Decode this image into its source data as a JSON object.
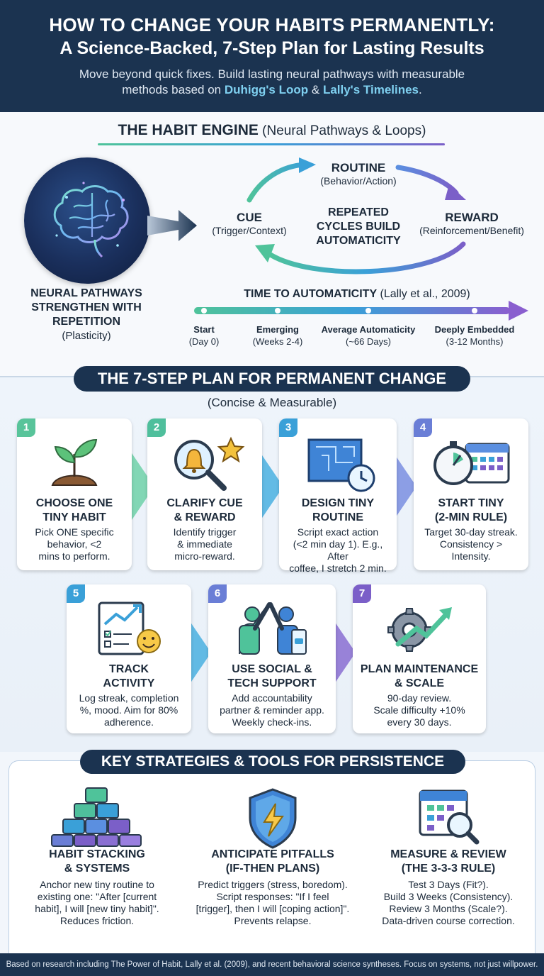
{
  "header": {
    "title": "HOW TO CHANGE YOUR HABITS PERMANENTLY:",
    "subtitle": "A Science-Backed, 7-Step Plan for Lasting Results",
    "intro_a": "Move beyond quick fixes. Build lasting neural pathways with measurable",
    "intro_b": "methods based on ",
    "intro_hl1": "Duhigg's Loop",
    "intro_amp": " & ",
    "intro_hl2": "Lally's Timelines",
    "intro_end": "."
  },
  "engine": {
    "title": "THE HABIT ENGINE",
    "title_sub": " (Neural Pathways & Loops)",
    "neural_a": "NEURAL PATHWAYS",
    "neural_b": "STRENGTHEN WITH",
    "neural_c": "REPETITION",
    "neural_sub": "(Plasticity)",
    "routine": "ROUTINE",
    "routine_sub": "(Behavior/Action)",
    "cue": "CUE",
    "cue_sub": "(Trigger/Context)",
    "reward": "REWARD",
    "reward_sub": "(Reinforcement/Benefit)",
    "center_a": "REPEATED",
    "center_b": "CYCLES BUILD",
    "center_c": "AUTOMATICITY",
    "timeline_title": "TIME TO AUTOMATICITY",
    "timeline_cite": " (Lally et al., 2009)",
    "ticks": [
      {
        "label": "Start",
        "sub": "(Day 0)"
      },
      {
        "label": "Emerging",
        "sub": "(Weeks 2-4)"
      },
      {
        "label": "Average Automaticity",
        "sub": "(~66 Days)"
      },
      {
        "label": "Deeply Embedded",
        "sub": "(3-12 Months)"
      }
    ]
  },
  "plan": {
    "title": "THE 7-STEP PLAN FOR PERMANENT CHANGE",
    "subtitle": "(Concise & Measurable)",
    "steps": [
      {
        "num": "1",
        "title_a": "CHOOSE ONE",
        "title_b": "TINY HABIT",
        "d1": "Pick ONE specific",
        "d2": "behavior, <2",
        "d3": "mins to perform."
      },
      {
        "num": "2",
        "title_a": "CLARIFY CUE",
        "title_b": "& REWARD",
        "d1": "Identify trigger",
        "d2": "& immediate",
        "d3": "micro-reward."
      },
      {
        "num": "3",
        "title_a": "DESIGN TINY",
        "title_b": "ROUTINE",
        "d1": "Script exact action",
        "d2": "(<2 min day 1). E.g., After",
        "d3": "coffee, I stretch 2 min."
      },
      {
        "num": "4",
        "title_a": "START TINY",
        "title_b": "(2-MIN RULE)",
        "d1": "Target 30-day streak.",
        "d2": "Consistency >",
        "d3": "Intensity."
      },
      {
        "num": "5",
        "title_a": "TRACK",
        "title_b": "ACTIVITY",
        "d1": "Log streak, completion",
        "d2": "%, mood. Aim for 80%",
        "d3": "adherence."
      },
      {
        "num": "6",
        "title_a": "USE SOCIAL &",
        "title_b": "TECH SUPPORT",
        "d1": "Add accountability",
        "d2": "partner & reminder app.",
        "d3": "Weekly check-ins."
      },
      {
        "num": "7",
        "title_a": "PLAN MAINTENANCE",
        "title_b": "& SCALE",
        "d1": "90-day review.",
        "d2": "Scale difficulty +10%",
        "d3": "every 30 days."
      }
    ]
  },
  "strategies": {
    "title": "KEY STRATEGIES & TOOLS FOR PERSISTENCE",
    "items": [
      {
        "title_a": "HABIT STACKING",
        "title_b": "& SYSTEMS",
        "d1": "Anchor new tiny routine to",
        "d2": "existing one: \"After [current",
        "d3": "habit], I will [new tiny habit]\".",
        "d4": "Reduces friction."
      },
      {
        "title_a": "ANTICIPATE PITFALLS",
        "title_b": "(IF-THEN PLANS)",
        "d1": "Predict triggers (stress, boredom).",
        "d2": "Script responses: \"If I feel",
        "d3": "[trigger], then I will [coping action]\".",
        "d4": "Prevents relapse."
      },
      {
        "title_a": "MEASURE & REVIEW",
        "title_b": "(THE 3-3-3 RULE)",
        "d1": "Test 3 Days (Fit?).",
        "d2": "Build 3 Weeks (Consistency).",
        "d3": "Review 3 Months (Scale?).",
        "d4": "Data-driven course correction."
      }
    ]
  },
  "footer": "Based on research including The Power of Habit, Lally et al. (2009), and recent behavioral science syntheses. Focus on systems, not just willpower.",
  "colors": {
    "navy": "#1b3350",
    "green": "#4fc39a",
    "blue": "#3aa0d8",
    "purple": "#7b5fc8"
  }
}
